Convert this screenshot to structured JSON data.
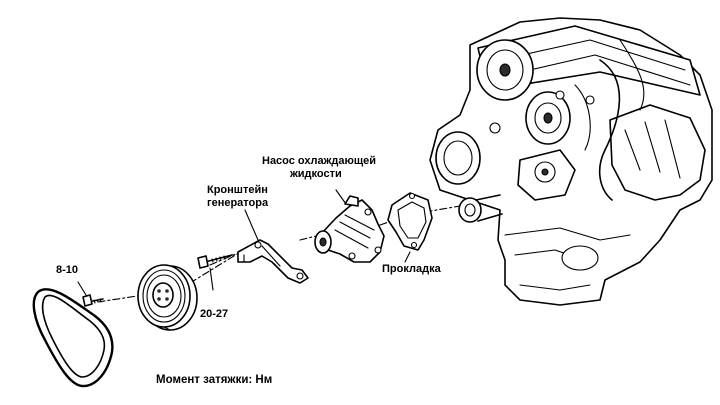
{
  "labels": {
    "water_pump": [
      "Насос охлаждающей",
      "жидкости"
    ],
    "alternator_bracket": [
      "Кронштейн",
      "генератора"
    ],
    "gasket": "Прокладка",
    "torque_bolt_small": "8-10",
    "torque_bolt_bracket": "20-27"
  },
  "caption": "Момент затяжки: Нм",
  "icons": [
    "drive-belt",
    "pulley",
    "bolt",
    "water-pump",
    "bracket",
    "gasket",
    "engine-block"
  ]
}
